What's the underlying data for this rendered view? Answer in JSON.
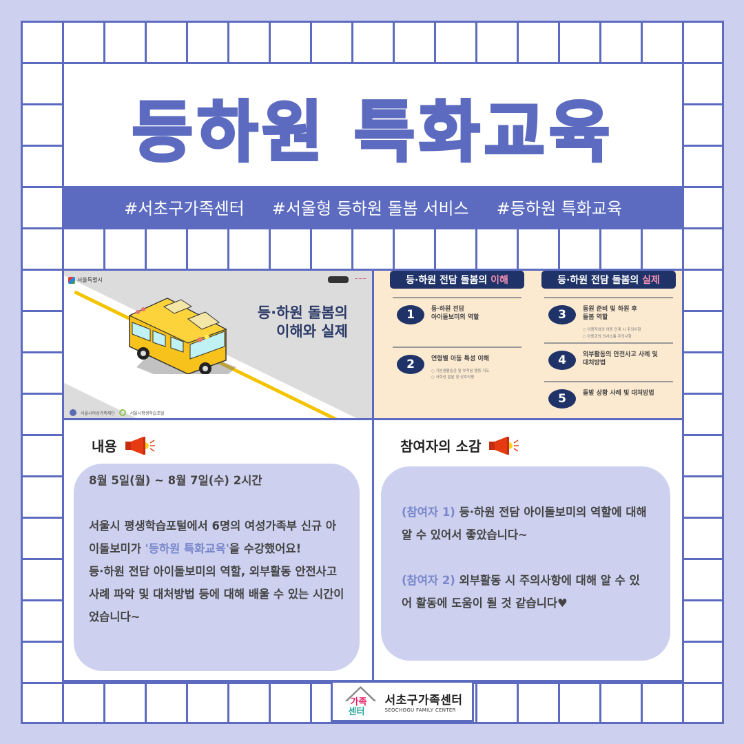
{
  "colors": {
    "background": "#cdd1ef",
    "grid_line": "#5c6bc0",
    "accent": "#5c6bc0",
    "bubble": "#cdd1ef",
    "highlight_text": "#7986cb",
    "curriculum_navy": "#1f3369",
    "curriculum_bg": "#fbe9d0",
    "curriculum_pink": "#f48fb1",
    "megaphone_red": "#e53a12",
    "megaphone_yellow": "#ffd21f"
  },
  "header": {
    "title": "등하원 특화교육",
    "hashtags": [
      "#서초구가족센터",
      "#서울형 등하원 돌봄 서비스",
      "#등하원 특화교육"
    ]
  },
  "images": {
    "left": {
      "top_left_logo": "서울특별시",
      "title_line1": "등·하원 돌봄의",
      "title_line2": "이해와 실제",
      "bottom_logos": [
        "서울시여성가족재단",
        "서울시평생학습포털"
      ],
      "icon": "school-bus-icon"
    },
    "right": {
      "columns": [
        {
          "heading_prefix": "등·하원 전담 돌봄의 ",
          "heading_highlight": "이해",
          "items": [
            {
              "num": "1",
              "text": "등·하원 전담\n아이돌보미의 역할",
              "subs": []
            },
            {
              "num": "2",
              "text": "연령별 아동 특성 이해",
              "subs": [
                "○  기본생활습관 및 부적응 행동 지도",
                "○  사회성 발달 및 상호작용"
              ]
            }
          ]
        },
        {
          "heading_prefix": "등·하원 전담 돌봄의 ",
          "heading_highlight": "실제",
          "items": [
            {
              "num": "3",
              "text": "등원 준비 및 하원 후\n돌봄 역할",
              "subs": [
                "○  이용자와의 아동 인계 시 주의사항",
                "○  아동과의 의사소통 주의사항"
              ]
            },
            {
              "num": "4",
              "text": "외부활동의 안전사고 사례 및\n대처방법",
              "subs": []
            },
            {
              "num": "5",
              "text": "돌발 상황 사례 및 대처방법",
              "subs": []
            }
          ]
        }
      ]
    }
  },
  "content": {
    "heading": "내용",
    "date": "8월 5일(월) ~ 8월 7일(수) 2시간",
    "para1_before": "  서울시 평생학습포털에서 6명의 여성가족부 신규 아이돌보미가 ",
    "para1_highlight": "'등하원 특화교육'",
    "para1_after": "을 수강했어요!",
    "para2": "  등·하원 전담 아이돌보미의 역할, 외부활동 안전사고 사례 파악 및 대처방법 등에 대해 배울 수 있는 시간이었습니다~"
  },
  "feedback": {
    "heading": "참여자의 소감",
    "items": [
      {
        "label": "(참여자 1)",
        "text": " 등·하원 전담 아이돌보미의 역할에 대해 알 수 있어서 좋았습니다~"
      },
      {
        "label": "(참여자 2)",
        "text": " 외부활동 시 주의사항에 대해 알 수 있어 활동에 도움이 될 것 같습니다♥"
      }
    ]
  },
  "footer": {
    "logo_mark_line1": "가족",
    "logo_mark_line2": "센터",
    "name_ko": "서초구가족센터",
    "name_en": "SEOCHOGU FAMILY CENTER"
  }
}
